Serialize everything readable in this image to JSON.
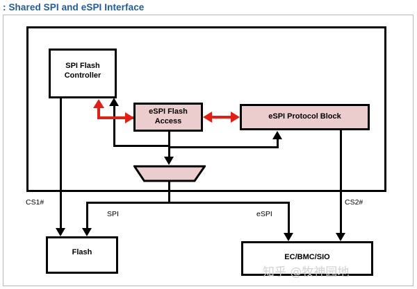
{
  "title": ": Shared SPI and eSPI Interface",
  "watermark": "知乎 @牧神园地",
  "colors": {
    "title_blue": "#1f5b9e",
    "block_pink": "#eccdcd",
    "block_white": "#ffffff",
    "wire_black": "#000000",
    "wire_red": "#e81c10",
    "frame_border": "#b8b8b8",
    "watermark_gray": "#d2d2d2"
  },
  "diagram": {
    "blocks": [
      {
        "id": "spi-flash-controller",
        "label": "SPI Flash\nController",
        "line1": "SPI Flash",
        "line2": "Controller",
        "fill": "white"
      },
      {
        "id": "espi-flash-access",
        "label": "eSPI Flash\nAccess",
        "line1": "eSPI Flash",
        "line2": "Access",
        "fill": "pink"
      },
      {
        "id": "espi-protocol-block",
        "label": "eSPI Protocol Block",
        "line1": "eSPI Protocol Block",
        "line2": "",
        "fill": "pink"
      },
      {
        "id": "flash",
        "label": "Flash",
        "line1": "Flash",
        "line2": "",
        "fill": "white"
      },
      {
        "id": "ec-bmc-sio",
        "label": "EC/BMC/SIO",
        "line1": "EC/BMC/SIO",
        "line2": "",
        "fill": "white"
      },
      {
        "id": "mux",
        "label": "",
        "line1": "",
        "line2": "",
        "fill": "pink"
      }
    ],
    "signal_labels": [
      {
        "id": "cs1",
        "text": "CS1#"
      },
      {
        "id": "spi",
        "text": "SPI"
      },
      {
        "id": "espi",
        "text": "eSPI"
      },
      {
        "id": "cs2",
        "text": "CS2#"
      }
    ]
  }
}
